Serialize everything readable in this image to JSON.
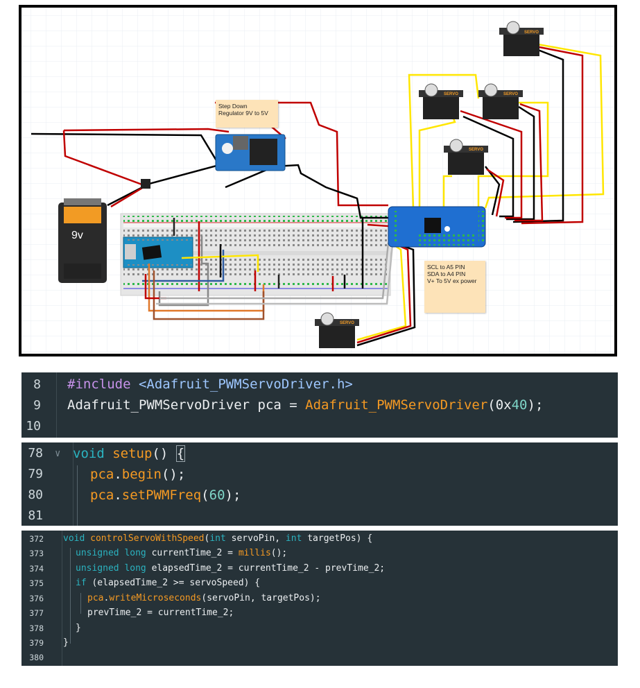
{
  "circuit": {
    "battery_label": "9v",
    "servo_label": "SERVO",
    "regulator_note": [
      "Step Down",
      "Regulator 9V to 5V"
    ],
    "wiring_note": [
      "SCL to A5 PIN",
      "SDA to A4 PIN",
      "V+ To 5V ex power"
    ],
    "colors": {
      "wire_red": "#c00000",
      "wire_black": "#000000",
      "wire_yellow": "#ffe600",
      "wire_orange": "#e0782a",
      "breadboard": "#e8e8e8",
      "arduino": "#1d8fc4",
      "pca_board": "#1f6fd1",
      "regulator": "#2a78c8",
      "servo_body": "#222222"
    }
  },
  "code_panels": [
    {
      "lines": [
        {
          "num": "8",
          "code": "#include <Adafruit_PWMServoDriver.h>"
        },
        {
          "num": "9",
          "code": "Adafruit_PWMServoDriver pca = Adafruit_PWMServoDriver(0x40);"
        },
        {
          "num": "10",
          "code": ""
        }
      ]
    },
    {
      "lines": [
        {
          "num": "78",
          "code": "void setup() {"
        },
        {
          "num": "79",
          "code": "  pca.begin();"
        },
        {
          "num": "80",
          "code": "  pca.setPWMFreq(60);"
        },
        {
          "num": "81",
          "code": ""
        }
      ]
    },
    {
      "lines": [
        {
          "num": "372",
          "code": "void controlServoWithSpeed(int servoPin, int targetPos) {"
        },
        {
          "num": "373",
          "code": "  unsigned long currentTime_2 = millis();"
        },
        {
          "num": "374",
          "code": "  unsigned long elapsedTime_2 = currentTime_2 - prevTime_2;"
        },
        {
          "num": "375",
          "code": "  if (elapsedTime_2 >= servoSpeed) {"
        },
        {
          "num": "376",
          "code": "    pca.writeMicroseconds(servoPin, targetPos);"
        },
        {
          "num": "377",
          "code": "    prevTime_2 = currentTime_2;"
        },
        {
          "num": "378",
          "code": "  }"
        },
        {
          "num": "379",
          "code": "}"
        },
        {
          "num": "380",
          "code": ""
        }
      ]
    }
  ]
}
